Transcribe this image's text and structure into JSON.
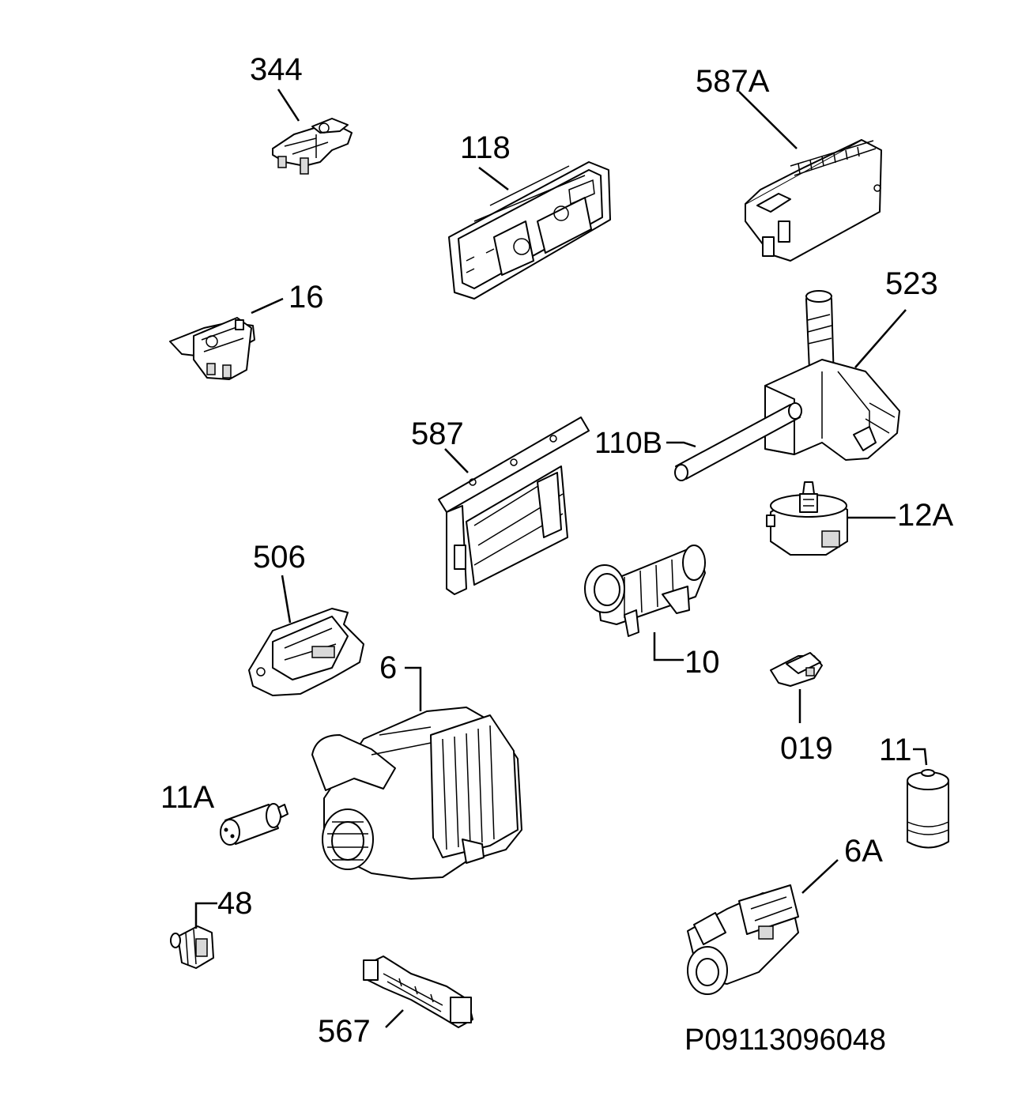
{
  "diagram": {
    "code": "P09113096048",
    "labels": {
      "p344": "344",
      "p587A": "587A",
      "p118": "118",
      "p16": "16",
      "p523": "523",
      "p587": "587",
      "p110B": "110B",
      "p12A": "12A",
      "p506": "506",
      "p10": "10",
      "p6": "6",
      "p019": "019",
      "p11": "11",
      "p11A": "11A",
      "p6A": "6A",
      "p48": "48",
      "p567": "567"
    }
  }
}
